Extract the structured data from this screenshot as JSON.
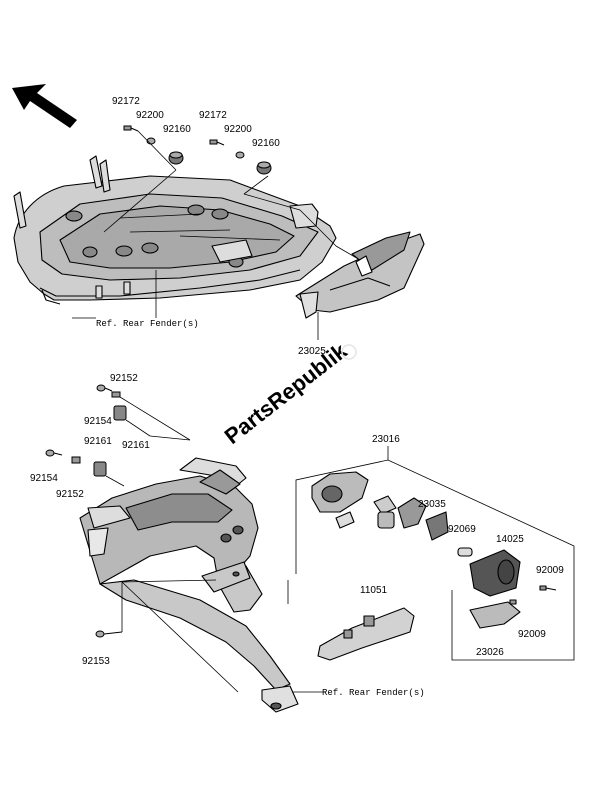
{
  "part_labels": [
    "92172",
    "92200",
    "92160",
    "92172",
    "92200",
    "92160",
    "23025",
    "92152",
    "92154",
    "92161",
    "92161",
    "92154",
    "92152",
    "92153",
    "23016",
    "23035",
    "92069",
    "14025",
    "92009",
    "92009",
    "23026",
    "11051"
  ],
  "reference_labels": [
    "Ref. Rear Fender(s)",
    "Ref. Rear Fender(s)"
  ],
  "watermark": "PartsRepublik",
  "icons": {
    "orientation_arrow": "arrow-up-left-icon"
  },
  "colors": {
    "ink": "#000000",
    "paper": "#ffffff",
    "watermark": "#e4e4e4"
  }
}
